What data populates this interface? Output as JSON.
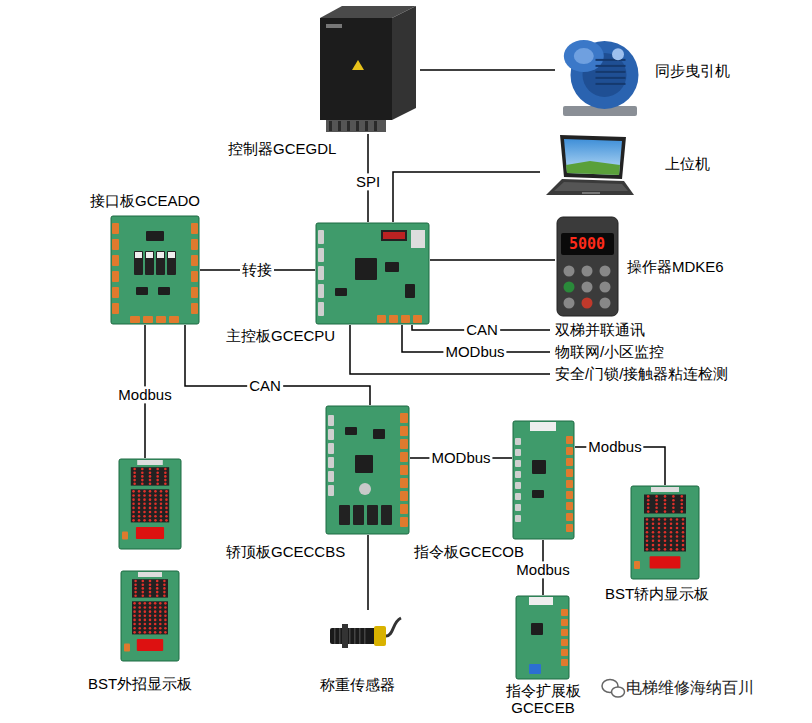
{
  "diagram": {
    "nodes": [
      {
        "text": [
          "控制器GCEGDL"
        ]
      },
      {
        "text": [
          "同步曳引机"
        ]
      },
      {
        "text": [
          "上位机"
        ]
      },
      {
        "text": [
          "主控板GCECPU"
        ]
      },
      {
        "text": [
          "操作器MDKE6"
        ]
      },
      {
        "text": [
          "接口板GCEADO"
        ]
      },
      {
        "text": [
          "轿顶板GCECCBS"
        ]
      },
      {
        "text": [
          "指令板GCECOB"
        ]
      },
      {
        "text": [
          "BST外招显示板"
        ]
      },
      {
        "text": [
          "称重传感器"
        ]
      },
      {
        "text": [
          "指令扩展板 GCECEB"
        ]
      },
      {
        "text": [
          "BST轿内显示板"
        ]
      }
    ],
    "edges": [
      {
        "from": 0,
        "to": 1,
        "arrow": "none"
      },
      {
        "from": 0,
        "to": 3,
        "label": "SPI",
        "arrow": "none"
      },
      {
        "from": 2,
        "to": 3,
        "arrow": "none"
      },
      {
        "from": 3,
        "to": 4,
        "arrow": "none"
      },
      {
        "from": 5,
        "to": 3,
        "label": "转接",
        "arrow": "none"
      },
      {
        "from": 5,
        "to": 8,
        "label": "Modbus",
        "arrow": "none"
      },
      {
        "from": 5,
        "to": 6,
        "label": "CAN",
        "arrow": "none"
      },
      {
        "from": 6,
        "to": 7,
        "label": "MODbus",
        "arrow": "none"
      },
      {
        "from": 6,
        "to": 9,
        "arrow": "none"
      },
      {
        "from": 7,
        "to": 11,
        "label": "Modbus",
        "arrow": "none"
      },
      {
        "from": 7,
        "to": 10,
        "label": "Modbus",
        "arrow": "none"
      }
    ],
    "labels": [
      "5000",
      "CAN",
      "双梯并联通讯",
      "MODbus",
      "物联网/小区监控",
      "安全/门锁/接触器粘连检测",
      "电梯维修海纳百川"
    ]
  }
}
